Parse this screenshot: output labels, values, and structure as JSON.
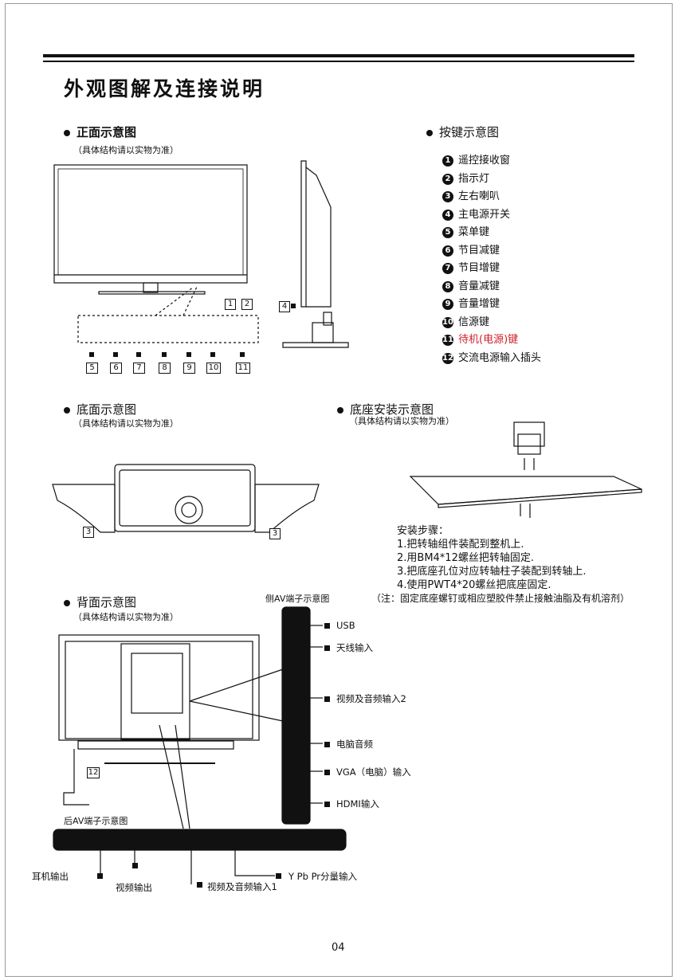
{
  "title": "外观图解及连接说明",
  "front": {
    "heading": "正面示意图",
    "note": "（具体结构请以实物为准）",
    "box_labels": [
      "1",
      "2",
      "4",
      "5",
      "6",
      "7",
      "8",
      "9",
      "10",
      "11"
    ]
  },
  "keys": {
    "heading": "按键示意图",
    "items": [
      {
        "n": "1",
        "label": "遥控接收窗"
      },
      {
        "n": "2",
        "label": "指示灯"
      },
      {
        "n": "3",
        "label": "左右喇叭"
      },
      {
        "n": "4",
        "label": "主电源开关"
      },
      {
        "n": "5",
        "label": "菜单键"
      },
      {
        "n": "6",
        "label": "节目减键"
      },
      {
        "n": "7",
        "label": "节目增键"
      },
      {
        "n": "8",
        "label": "音量减键"
      },
      {
        "n": "9",
        "label": "音量增键"
      },
      {
        "n": "10",
        "label": "信源键"
      },
      {
        "n": "11",
        "label": "待机(电源)键",
        "highlight": "#d0202a"
      },
      {
        "n": "12",
        "label": "交流电源输入插头"
      }
    ]
  },
  "bottom": {
    "heading": "底面示意图",
    "note": "（具体结构请以实物为准）",
    "box_labels": [
      "3",
      "3"
    ]
  },
  "base": {
    "heading": "底座安装示意图",
    "note": "（具体结构请以实物为准）",
    "steps_title": "安装步骤：",
    "steps": [
      "1.把转轴组件装配到整机上.",
      "2.用BM4*12螺丝把转轴固定.",
      "3.把底座孔位对应转轴柱子装配到转轴上.",
      "4.使用PWT4*20螺丝把底座固定."
    ],
    "caution": "（注：固定底座螺钉或相应塑胶件禁止接触油脂及有机溶剂）"
  },
  "back": {
    "heading": "背面示意图",
    "note": "（具体结构请以实物为准）",
    "side_av_title": "侧AV端子示意图",
    "rear_av_title": "后AV端子示意图",
    "box_label": "12",
    "side_connectors": [
      "USB",
      "天线输入",
      "视频及音频输入2",
      "电脑音频",
      "VGA（电脑）输入",
      "HDMI输入"
    ],
    "rear_connectors": [
      "耳机输出",
      "视频输出",
      "视频及音频输入1",
      "Y Pb Pr分量输入"
    ]
  },
  "page_number": "04"
}
